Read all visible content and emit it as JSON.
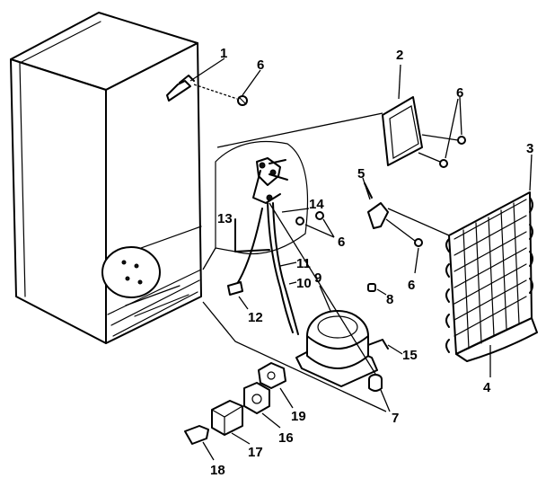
{
  "labels": {
    "p1": "1",
    "p2": "2",
    "p3": "3",
    "p4": "4",
    "p5": "5",
    "p6a": "6",
    "p6b": "6",
    "p6c": "6",
    "p6d": "6",
    "p7": "7",
    "p8": "8",
    "p9": "9",
    "p10": "10",
    "p11": "11",
    "p12": "12",
    "p13": "13",
    "p14": "14",
    "p15": "15",
    "p16": "16",
    "p17": "17",
    "p18": "18",
    "p19": "19"
  }
}
